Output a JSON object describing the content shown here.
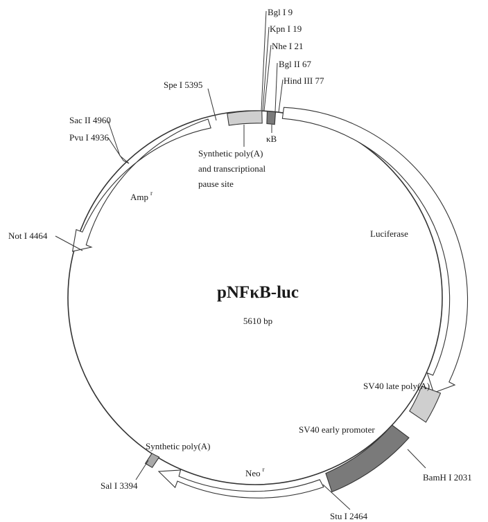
{
  "plasmid": {
    "name": "pNFκB-luc",
    "size": "5610 bp"
  },
  "sites": {
    "bgl1": "Bgl I 9",
    "kpn1": "Kpn I 19",
    "nhe1": "Nhe I 21",
    "bgl2": "Bgl II 67",
    "hind3": "Hind III 77",
    "spe1": "Spe I 5395",
    "sac2": "Sac II 4960",
    "pvu1": "Pvu I 4936",
    "not1": "Not I 4464",
    "bamh1": "BamH I 2031",
    "stu1": "Stu I 2464",
    "sal1": "Sal I 3394"
  },
  "features": {
    "kb": "κB",
    "synth_pause_1": "Synthetic poly(A)",
    "synth_pause_2": "and transcriptional",
    "synth_pause_3": "pause site",
    "amp": "Amp",
    "amp_sup": "r",
    "luciferase": "Luciferase",
    "sv40_late": "SV40 late poly(A)",
    "sv40_early": "SV40 early promoter",
    "synth_polya": "Synthetic poly(A)",
    "neo": "Neo",
    "neo_sup": "r"
  }
}
